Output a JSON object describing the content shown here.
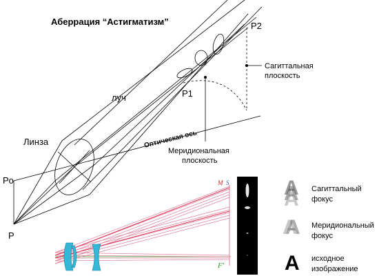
{
  "title": "Аберрация  “Астигматизм”",
  "labels": {
    "p2": "P2",
    "p1": "P1",
    "ray": "луч",
    "lens": "Линза",
    "po": "Po",
    "p": "P",
    "optical_axis": "Оптическая ось",
    "sagittal_plane_1": "Сагиттальная",
    "sagittal_plane_2": "плоскость",
    "meridional_plane_1": "Меридиональная",
    "meridional_plane_2": "плоскость"
  },
  "inset": {
    "m": "M",
    "s": "S",
    "f": "F'"
  },
  "legend": [
    {
      "glyph": "A",
      "line1": "Сагиттальный",
      "line2": "фокус"
    },
    {
      "glyph": "A",
      "line1": "Меридиональный",
      "line2": "фокус"
    },
    {
      "glyph": "A",
      "line1": "исходное",
      "line2": "изображение"
    }
  ],
  "colors": {
    "line": "#000000",
    "ray_pink": "#e0809a",
    "ray_red": "#e03050",
    "lens_cyan": "#35b8d8",
    "axis_green": "#2aa02a",
    "panel": "#000000",
    "m_label": "#d02020",
    "s_label": "#3050c0"
  }
}
